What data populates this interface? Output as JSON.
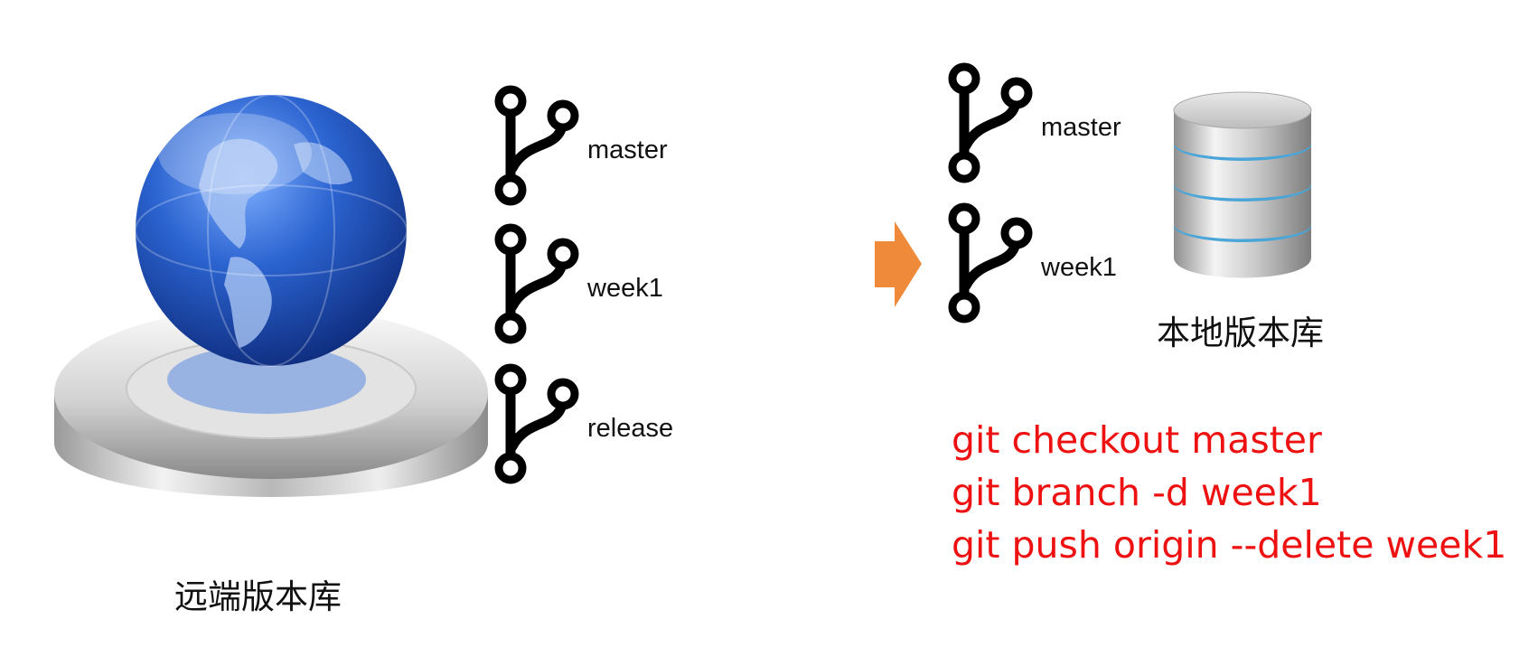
{
  "remote": {
    "caption": "远端版本库",
    "branches": [
      "master",
      "week1",
      "release"
    ]
  },
  "local": {
    "caption": "本地版本库",
    "branches": [
      "master",
      "week1"
    ]
  },
  "commands": [
    "git checkout master",
    "git branch -d week1",
    "git push origin --delete week1"
  ],
  "colors": {
    "command_text": "#ee1111",
    "arrow": "#ef8a3a",
    "globe": "#2a5fc4",
    "branch_icon": "#000000"
  },
  "icons": {
    "remote": "globe-server-icon",
    "local": "database-icon",
    "branch": "git-branch-icon",
    "transition": "arrow-right-icon"
  }
}
